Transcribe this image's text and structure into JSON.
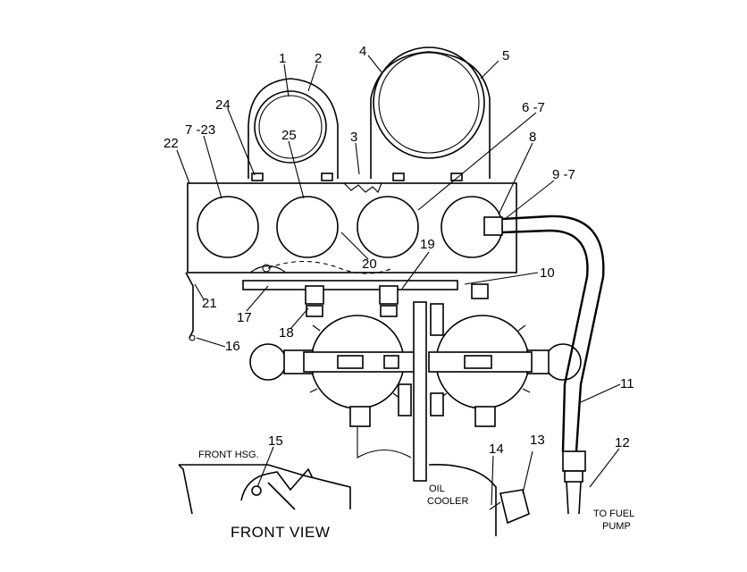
{
  "callouts": {
    "c1": "1",
    "c2": "2",
    "c3": "3",
    "c4": "4",
    "c5": "5",
    "c6_7": "6 -7",
    "c7_23": "7 -23",
    "c8": "8",
    "c9_7": "9 -7",
    "c10": "10",
    "c11": "11",
    "c12": "12",
    "c13": "13",
    "c14": "14",
    "c15": "15",
    "c16": "16",
    "c17": "17",
    "c18": "18",
    "c19": "19",
    "c20": "20",
    "c21": "21",
    "c22": "22",
    "c24": "24",
    "c25": "25"
  },
  "labels": {
    "front_hsg": "FRONT HSG.",
    "oil": "OIL",
    "cooler": "COOLER",
    "to_fuel": "TO FUEL",
    "pump": "PUMP",
    "front_view": "FRONT VIEW"
  }
}
